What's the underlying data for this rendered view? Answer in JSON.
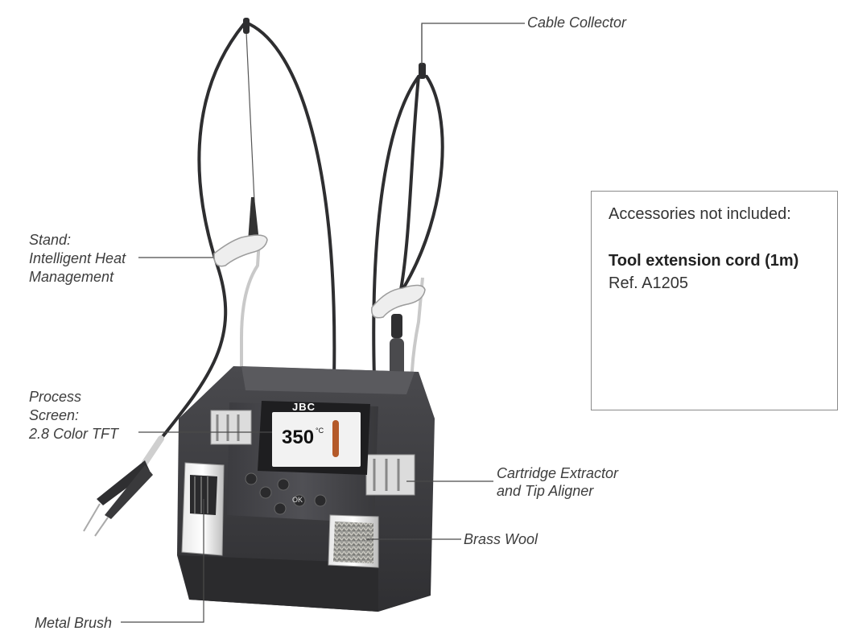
{
  "labels": {
    "cable_collector": "Cable Collector",
    "stand": [
      "Stand:",
      "Intelligent Heat",
      "Management"
    ],
    "process_screen": [
      "Process",
      "Screen:",
      "2.8 Color TFT"
    ],
    "cartridge_extractor": [
      "Cartridge Extractor",
      "and Tip Aligner"
    ],
    "brass_wool": "Brass Wool",
    "metal_brush": "Metal Brush"
  },
  "accessories": {
    "heading": "Accessories not included:",
    "item_name": "Tool extension cord (1m)",
    "item_ref": "Ref. A1205"
  },
  "station": {
    "brand_logo": "JBC",
    "display_temperature": "350",
    "display_unit": "°C",
    "ok_button_label": "OK"
  },
  "colors": {
    "body_dark": "#3a3a3d",
    "screen_bg": "#f2f2f2",
    "label_text": "#3d3d3d",
    "leader_line": "#4a4a4a"
  }
}
